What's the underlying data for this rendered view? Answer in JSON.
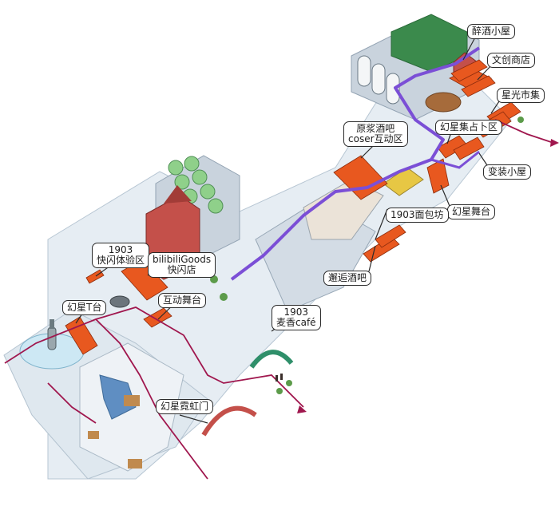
{
  "map": {
    "labels": [
      {
        "id": "zuijiu",
        "lines": [
          "醉酒小屋"
        ]
      },
      {
        "id": "wenchuang",
        "lines": [
          "文创商店"
        ]
      },
      {
        "id": "xingguang",
        "lines": [
          "星光市集"
        ]
      },
      {
        "id": "yuanjiang",
        "lines": [
          "原浆酒吧",
          "coser互动区"
        ]
      },
      {
        "id": "zhanbu",
        "lines": [
          "幻星集占卜区"
        ]
      },
      {
        "id": "bianzhuang",
        "lines": [
          "变装小屋"
        ]
      },
      {
        "id": "wutai",
        "lines": [
          "幻星舞台"
        ]
      },
      {
        "id": "mianbao",
        "lines": [
          "1903面包坊"
        ]
      },
      {
        "id": "kuaishan",
        "lines": [
          "1903",
          "快闪体验区"
        ]
      },
      {
        "id": "bilibili",
        "lines": [
          "bilibiliGoods",
          "快闪店"
        ]
      },
      {
        "id": "xiehou",
        "lines": [
          "邂逅酒吧"
        ]
      },
      {
        "id": "hudong",
        "lines": [
          "互动舞台"
        ]
      },
      {
        "id": "maixiang",
        "lines": [
          "1903",
          "麦香café"
        ]
      },
      {
        "id": "tai",
        "lines": [
          "幻星T台"
        ]
      },
      {
        "id": "nihong",
        "lines": [
          "幻星霓虹门"
        ]
      }
    ],
    "colors": {
      "highlight": "#e8581f",
      "floor": "#dde6ee",
      "wall": "#b7c6d3",
      "route": "#a0174e",
      "walkway": "#7b4fd6",
      "tank": "#8fd08a",
      "brick": "#c4504a"
    },
    "icons": [
      "silo-icon",
      "tower-icon",
      "bottle-icon",
      "tree-icon",
      "people-icon"
    ]
  }
}
